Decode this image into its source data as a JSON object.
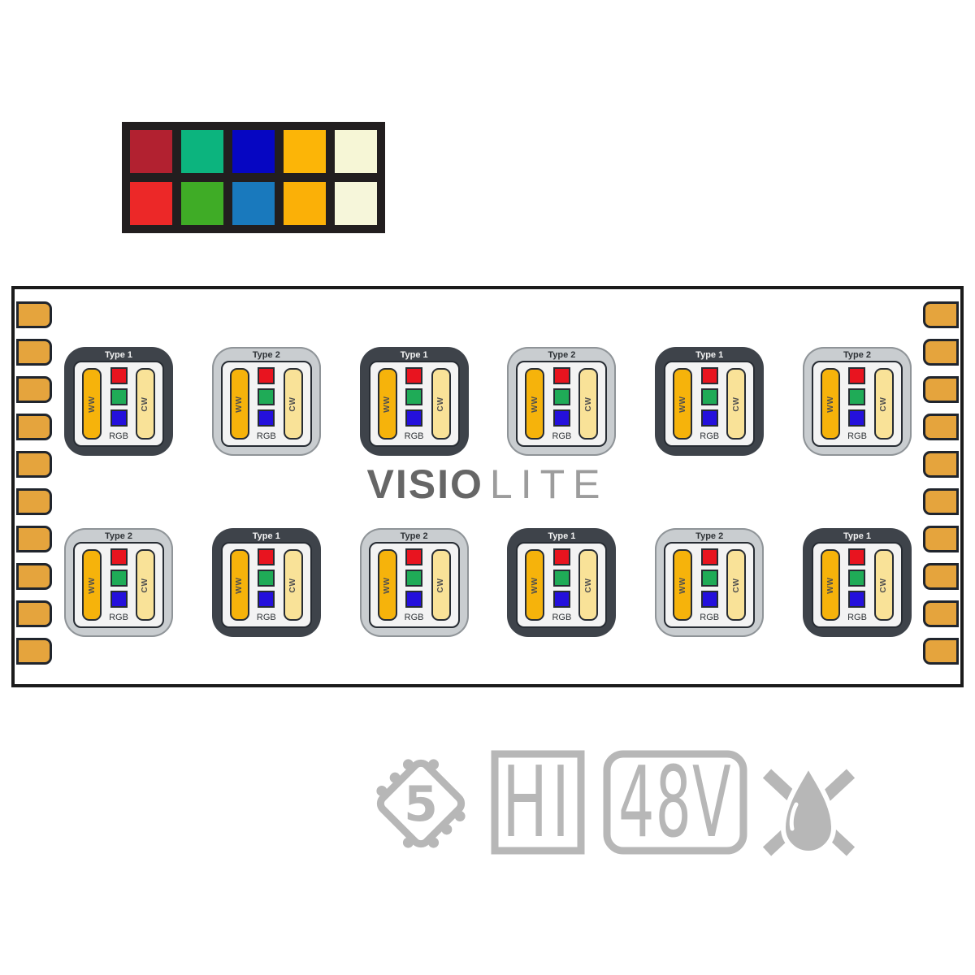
{
  "title": "VISIOLITE RGB+WW+CW LED strip diagram",
  "palette": {
    "rows": [
      [
        "#B22130",
        "#0CB47E",
        "#0606C2",
        "#FCB507",
        "#F6F6D6"
      ],
      [
        "#EC2828",
        "#3FAC26",
        "#1979BD",
        "#FBB007",
        "#F6F6DA"
      ]
    ]
  },
  "strip": {
    "logo": {
      "part1": "VISIO",
      "part2": "LITE"
    },
    "pads_per_side": 10,
    "rows": [
      {
        "chips": [
          {
            "label": "Type 1",
            "variant": "dark"
          },
          {
            "label": "Type 2",
            "variant": "silver"
          },
          {
            "label": "Type 1",
            "variant": "dark"
          },
          {
            "label": "Type 2",
            "variant": "silver"
          },
          {
            "label": "Type 1",
            "variant": "dark"
          },
          {
            "label": "Type 2",
            "variant": "silver"
          }
        ]
      },
      {
        "chips": [
          {
            "label": "Type 2",
            "variant": "silver"
          },
          {
            "label": "Type 1",
            "variant": "dark"
          },
          {
            "label": "Type 2",
            "variant": "silver"
          },
          {
            "label": "Type 1",
            "variant": "dark"
          },
          {
            "label": "Type 2",
            "variant": "silver"
          },
          {
            "label": "Type 1",
            "variant": "dark"
          }
        ]
      }
    ],
    "chip": {
      "ww_label": "WW",
      "cw_label": "CW",
      "rgb_label": "RGB",
      "rgb_colors": [
        "#E8141F",
        "#1FAB57",
        "#2410DC"
      ]
    }
  },
  "badges": {
    "chip_rating": "5",
    "hi_label": "HI",
    "voltage_label": "48V",
    "icons": [
      "ic-chip-rating-icon",
      "hi-badge-icon",
      "voltage-badge-icon",
      "no-water-icon"
    ]
  },
  "colors": {
    "palette_frame": "#221E1F",
    "strip_border": "#1B1B1B",
    "pad": "#E5A43D",
    "pad_outline": "#20252D",
    "chip_dark": "#3E434A",
    "chip_silver": "#C9CDD0",
    "chip_silver_outline": "#8F9498",
    "inner_bg": "#F3F3F3",
    "inner_outline": "#272C33",
    "ww": "#F6B30B",
    "cw": "#F9E298",
    "label_dark": "#2F3337",
    "label_light": "#F2F2F2",
    "bar_text": "#4F4F4F",
    "logo_bold": "#666666",
    "logo_light": "#9C9C9C",
    "badge": "#B7B7B7"
  }
}
